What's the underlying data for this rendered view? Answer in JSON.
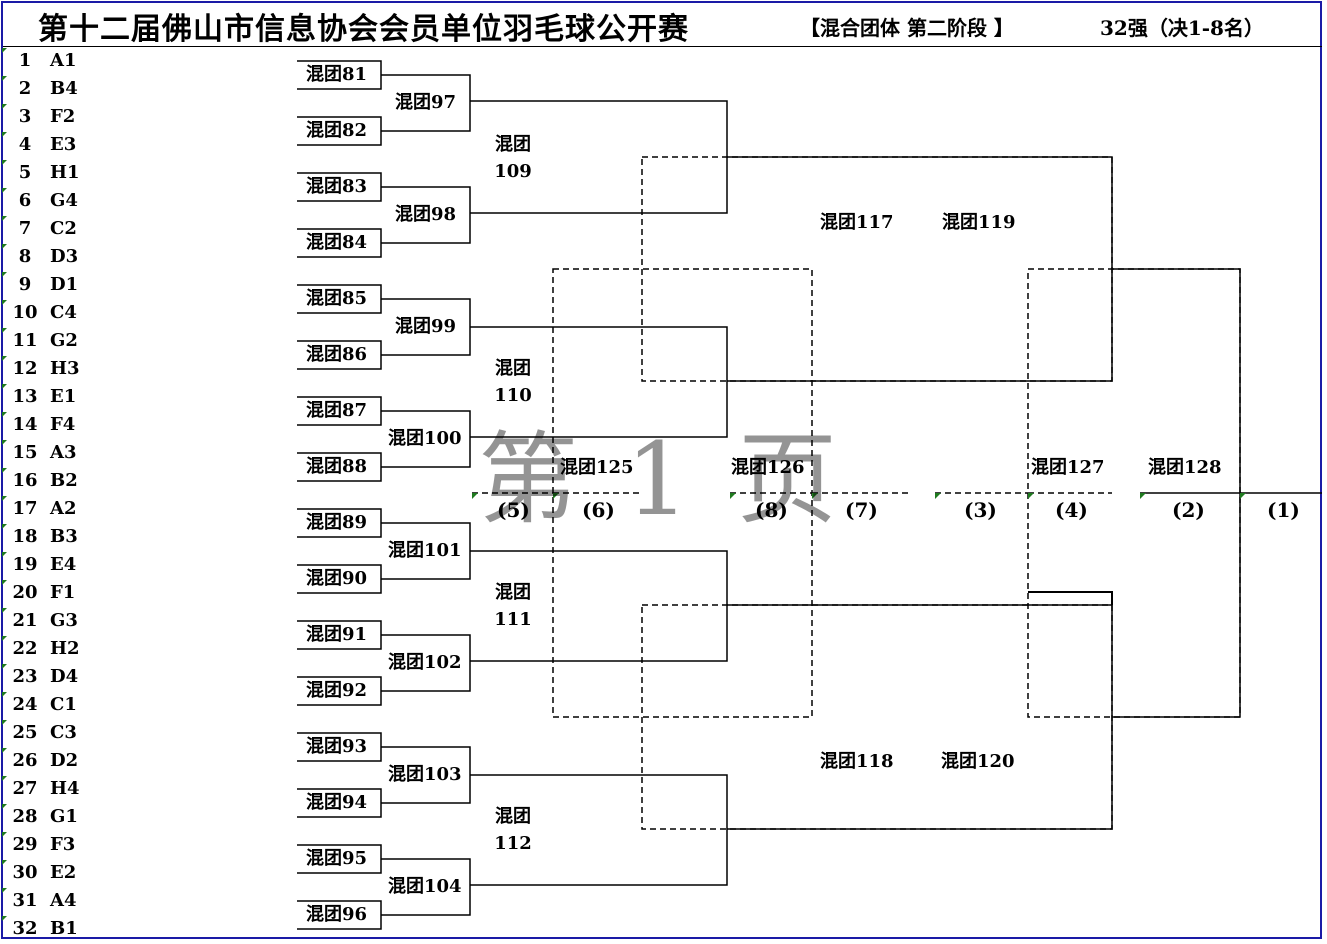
{
  "header": {
    "title": "第十二届佛山市信息协会会员单位羽毛球公开赛",
    "stage": "【混合团体 第二阶段 】",
    "bracket_info": "32强（决1-8名）"
  },
  "seeds": [
    {
      "num": "1",
      "team": "A1"
    },
    {
      "num": "2",
      "team": "B4"
    },
    {
      "num": "3",
      "team": "F2"
    },
    {
      "num": "4",
      "team": "E3"
    },
    {
      "num": "5",
      "team": "H1"
    },
    {
      "num": "6",
      "team": "G4"
    },
    {
      "num": "7",
      "team": "C2"
    },
    {
      "num": "8",
      "team": "D3"
    },
    {
      "num": "9",
      "team": "D1"
    },
    {
      "num": "10",
      "team": "C4"
    },
    {
      "num": "11",
      "team": "G2"
    },
    {
      "num": "12",
      "team": "H3"
    },
    {
      "num": "13",
      "team": "E1"
    },
    {
      "num": "14",
      "team": "F4"
    },
    {
      "num": "15",
      "team": "A3"
    },
    {
      "num": "16",
      "team": "B2"
    },
    {
      "num": "17",
      "team": "A2"
    },
    {
      "num": "18",
      "team": "B3"
    },
    {
      "num": "19",
      "team": "E4"
    },
    {
      "num": "20",
      "team": "F1"
    },
    {
      "num": "21",
      "team": "G3"
    },
    {
      "num": "22",
      "team": "H2"
    },
    {
      "num": "23",
      "team": "D4"
    },
    {
      "num": "24",
      "team": "C1"
    },
    {
      "num": "25",
      "team": "C3"
    },
    {
      "num": "26",
      "team": "D2"
    },
    {
      "num": "27",
      "team": "H4"
    },
    {
      "num": "28",
      "team": "G1"
    },
    {
      "num": "29",
      "team": "F3"
    },
    {
      "num": "30",
      "team": "E2"
    },
    {
      "num": "31",
      "team": "A4"
    },
    {
      "num": "32",
      "team": "B1"
    }
  ],
  "round1": [
    "混团81",
    "混团82",
    "混团83",
    "混团84",
    "混团85",
    "混团86",
    "混团87",
    "混团88",
    "混团89",
    "混团90",
    "混团91",
    "混团92",
    "混团93",
    "混团94",
    "混团95",
    "混团96"
  ],
  "round2": [
    "混团97",
    "混团98",
    "混团99",
    "混团100",
    "混团101",
    "混团102",
    "混团103",
    "混团104"
  ],
  "round3": [
    {
      "a": "混团",
      "b": "109"
    },
    {
      "a": "混团",
      "b": "110"
    },
    {
      "a": "混团",
      "b": "111"
    },
    {
      "a": "混团",
      "b": "112"
    }
  ],
  "middle": {
    "m117": "混团117",
    "m119": "混团119",
    "m118": "混团118",
    "m120": "混团120",
    "m125": "混团125",
    "m126": "混团126",
    "m127": "混团127",
    "m128": "混团128"
  },
  "places": {
    "p5": "(5)",
    "p6": "(6)",
    "p8": "(8)",
    "p7": "(7)",
    "p3": "(3)",
    "p4": "(4)",
    "p2": "(2)",
    "p1": "(1)"
  },
  "watermark": "第 1 页"
}
